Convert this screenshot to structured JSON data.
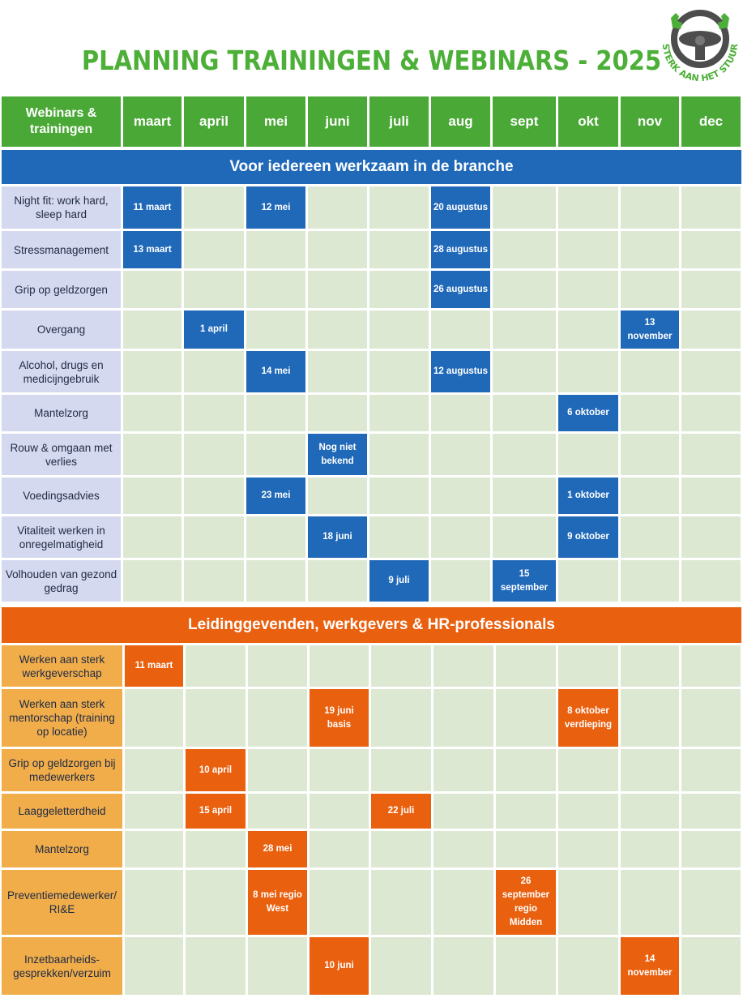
{
  "title": "PLANNING TRAININGEN & WEBINARS - 2025",
  "logo": {
    "text": "STERK AAN HET STUUR",
    "icon": "steering-wheel-thumbs-up-icon"
  },
  "colors": {
    "green": "#4aa836",
    "blue": "#2069b8",
    "orange": "#e9600f",
    "empty": "#dde8d3",
    "label_blue": "#d5d9ef",
    "label_orange": "#f0ad4a"
  },
  "header": {
    "first": "Webinars & trainingen",
    "months": [
      "maart",
      "april",
      "mei",
      "juni",
      "juli",
      "aug",
      "sept",
      "okt",
      "nov",
      "dec"
    ]
  },
  "sections": [
    {
      "title": "Voor iedereen werkzaam in de branche",
      "color": "blue",
      "rows": [
        {
          "label": "Night fit: work hard, sleep hard",
          "events": {
            "maart": "11 maart",
            "mei": "12 mei",
            "aug": "20 augustus"
          }
        },
        {
          "label": "Stressmanagement",
          "events": {
            "maart": "13 maart",
            "aug": "28 augustus"
          }
        },
        {
          "label": "Grip op geldzorgen",
          "events": {
            "aug": "26 augustus"
          }
        },
        {
          "label": "Overgang",
          "events": {
            "april": "1 april",
            "nov": "13 november"
          }
        },
        {
          "label": "Alcohol, drugs en medicijngebruik",
          "events": {
            "mei": "14 mei",
            "aug": "12 augustus"
          }
        },
        {
          "label": "Mantelzorg",
          "events": {
            "okt": "6 oktober"
          }
        },
        {
          "label": "Rouw & omgaan met verlies",
          "events": {
            "juni": "Nog niet bekend"
          }
        },
        {
          "label": "Voedingsadvies",
          "events": {
            "mei": "23 mei",
            "okt": "1 oktober"
          }
        },
        {
          "label": "Vitaliteit werken in onregelmatigheid",
          "events": {
            "juni": "18 juni",
            "okt": "9 oktober"
          }
        },
        {
          "label": "Volhouden van gezond gedrag",
          "events": {
            "juli": "9 juli",
            "sept": "15 september"
          }
        }
      ]
    },
    {
      "title": "Leidinggevenden, werkgevers & HR-professionals",
      "color": "orange",
      "rows": [
        {
          "label": "Werken aan sterk werkgeverschap",
          "events": {
            "maart": "11 maart"
          }
        },
        {
          "label": "Werken aan sterk mentorschap (training op locatie)",
          "events": {
            "juni": "19 juni basis",
            "okt": "8 oktober verdieping"
          }
        },
        {
          "label": "Grip op geldzorgen bij medewerkers",
          "events": {
            "april": "10 april"
          }
        },
        {
          "label": "Laaggeletterdheid",
          "events": {
            "april": "15 april",
            "juli": "22 juli"
          }
        },
        {
          "label": "Mantelzorg",
          "events": {
            "mei": "28 mei"
          }
        },
        {
          "label": "Preventiemedewerker/ RI&E",
          "events": {
            "mei": "8 mei regio West",
            "sept": "26 september regio Midden"
          }
        },
        {
          "label": "Inzetbaarheids-gesprekken/verzuim",
          "events": {
            "juni": "10 juni",
            "nov": "14 november"
          }
        }
      ]
    }
  ]
}
